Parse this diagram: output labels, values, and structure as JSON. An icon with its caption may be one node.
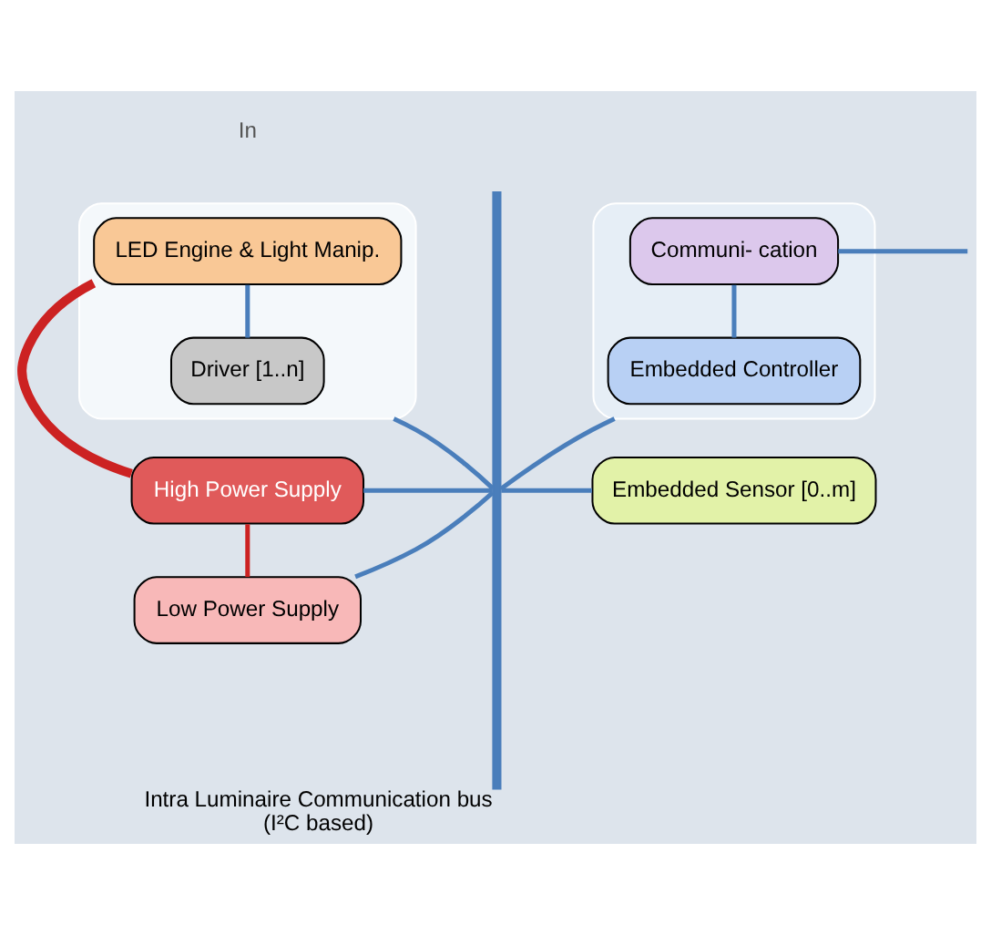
{
  "diagram": {
    "nodes": [
      {
        "text": [],
        "shape": "box"
      },
      {
        "text": [
          "Driver [1..n]"
        ],
        "in": 0
      },
      {
        "text": [
          "LED Engine & Light Manip."
        ],
        "in": 0
      },
      {
        "text": [],
        "shape": "box"
      },
      {
        "text": [
          "Embedded Controller"
        ],
        "in": 3
      },
      {
        "text": [
          "Communi- cation"
        ],
        "in": 3
      },
      {
        "text": [
          "High Power Supply"
        ]
      },
      {
        "text": [
          "Low Power Supply"
        ]
      },
      {
        "text": [
          "Embedded Sensor [0..m]"
        ]
      },
      {
        "text": [],
        "shape": "bar",
        "beside": [
          "Intra Luminaire Communication bus",
          "(I²C based)"
        ]
      }
    ],
    "edges": [
      {
        "from": 1,
        "to": 2,
        "arrow": "none"
      },
      {
        "from": 0,
        "to": 9,
        "arrow": "none"
      },
      {
        "from": 9,
        "to": 3,
        "arrow": "none"
      },
      {
        "from": 4,
        "to": 5,
        "arrow": "none"
      },
      {
        "from": 5,
        "to": null,
        "arrow": "none"
      },
      {
        "from": 2,
        "to": 6,
        "arrow": "none",
        "style": "thick",
        "color": "#cc2222"
      },
      {
        "from": 6,
        "to": 9,
        "arrow": "none"
      },
      {
        "from": 7,
        "to": 9,
        "arrow": "none"
      },
      {
        "from": 9,
        "to": 8,
        "arrow": "none"
      },
      {
        "from": 6,
        "to": 7,
        "arrow": "none",
        "color": "#cc2222"
      }
    ],
    "labels": [
      "In"
    ]
  }
}
